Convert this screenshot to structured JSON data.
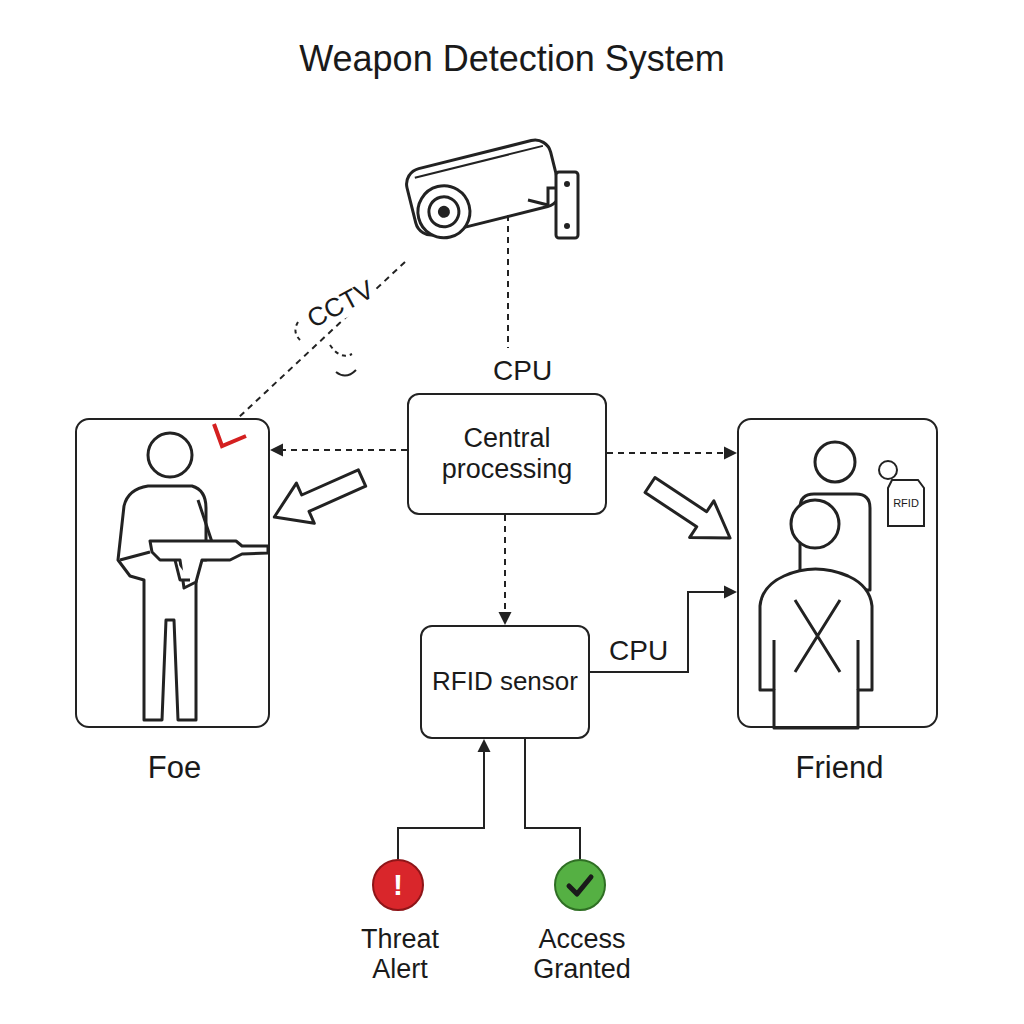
{
  "diagram": {
    "title": "Weapon Detection System",
    "nodes": [
      {
        "text": [
          "Central processing"
        ]
      },
      {
        "text": [
          "Foe"
        ]
      },
      {
        "text": [
          "Friend"
        ]
      },
      {
        "text": [
          "RFID sensor"
        ]
      },
      {
        "text": [
          "!",
          "Threat Alert"
        ]
      },
      {
        "text": [
          "Access Granted"
        ]
      }
    ],
    "edges": [
      {
        "from": 0,
        "to": 1,
        "arrow": "to"
      },
      {
        "from": 0,
        "to": 2,
        "arrow": "to"
      },
      {
        "from": 0,
        "to": 3,
        "arrow": "to"
      },
      {
        "from": 3,
        "to": 2,
        "label": "CPU",
        "arrow": "to"
      },
      {
        "from": 4,
        "to": 3,
        "arrow": "to"
      },
      {
        "from": 3,
        "to": 5,
        "arrow": "none"
      }
    ],
    "labels": [
      "CCTV",
      "CPU",
      "RFID"
    ]
  }
}
